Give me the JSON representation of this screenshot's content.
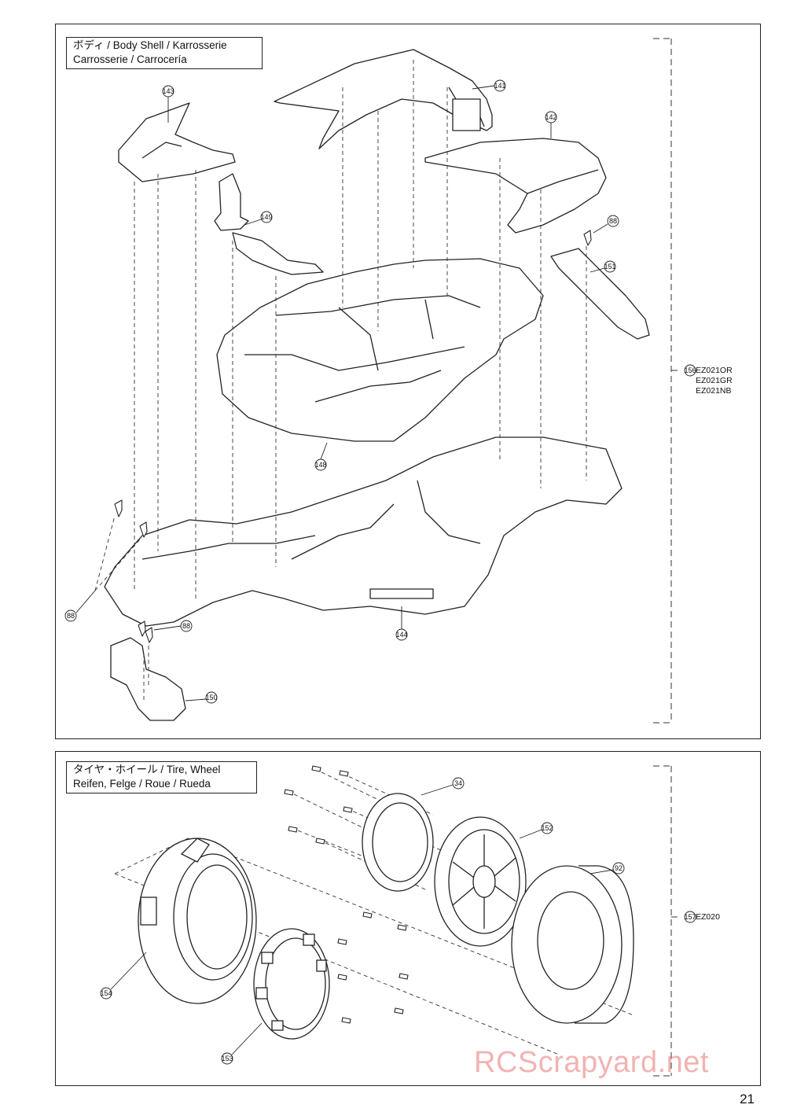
{
  "body_section": {
    "title_jp": "ボディ / Body Shell / Karrosserie",
    "title_line2": "Carrosserie / Carrocería",
    "parts": [
      "141",
      "142",
      "143",
      "149",
      "88",
      "151",
      "148",
      "144",
      "150"
    ],
    "assembly_number": "156",
    "kit_codes": [
      "EZ021OR",
      "EZ021GR",
      "EZ021NB"
    ]
  },
  "wheel_section": {
    "title_line1": "タイヤ・ホイール / Tire, Wheel",
    "title_line2": "Reifen, Felge / Roue / Rueda",
    "parts": [
      "34",
      "152",
      "92",
      "154",
      "153"
    ],
    "assembly_number": "157",
    "kit_code": "EZ020"
  },
  "page_number": "21",
  "watermark": "RCScrapyard.net"
}
